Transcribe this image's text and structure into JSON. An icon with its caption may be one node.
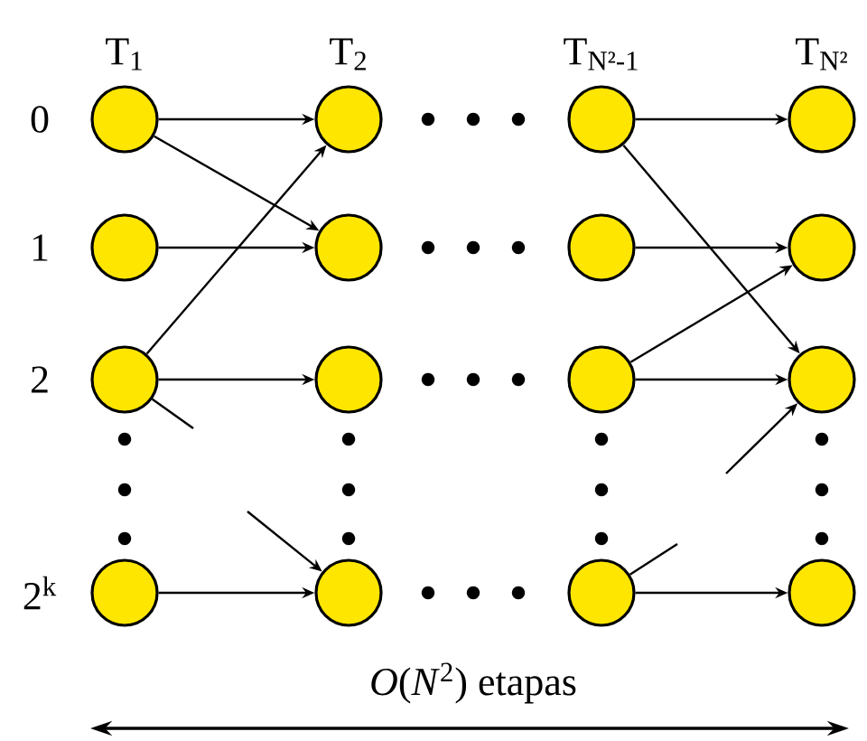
{
  "diagram": {
    "nodes": [
      {
        "text": [],
        "shape": "circle"
      },
      {
        "text": [],
        "shape": "circle"
      },
      {
        "text": [],
        "shape": "circle"
      },
      {
        "text": [],
        "shape": "circle"
      },
      {
        "text": [],
        "shape": "circle"
      },
      {
        "text": [],
        "shape": "circle"
      },
      {
        "text": [],
        "shape": "circle"
      },
      {
        "text": [],
        "shape": "circle"
      },
      {
        "text": [],
        "shape": "circle"
      },
      {
        "text": [],
        "shape": "circle"
      },
      {
        "text": [],
        "shape": "circle"
      },
      {
        "text": [],
        "shape": "circle"
      },
      {
        "text": [],
        "shape": "circle"
      },
      {
        "text": [],
        "shape": "circle"
      },
      {
        "text": [],
        "shape": "circle"
      },
      {
        "text": [],
        "shape": "circle"
      }
    ],
    "edges": [
      {
        "from": 0,
        "to": 1,
        "arrow": "to"
      },
      {
        "from": 0,
        "to": 5,
        "arrow": "to"
      },
      {
        "from": 4,
        "to": 5,
        "arrow": "to"
      },
      {
        "from": 8,
        "to": 1,
        "arrow": "to"
      },
      {
        "from": 8,
        "to": 9,
        "arrow": "to"
      },
      {
        "from": 8,
        "to": null,
        "arrow": "none"
      },
      {
        "from": null,
        "to": 13,
        "arrow": "to"
      },
      {
        "from": 12,
        "to": 13,
        "arrow": "to"
      },
      {
        "from": 2,
        "to": 3,
        "arrow": "to"
      },
      {
        "from": 2,
        "to": 11,
        "arrow": "to"
      },
      {
        "from": 6,
        "to": 7,
        "arrow": "to"
      },
      {
        "from": 10,
        "to": 7,
        "arrow": "to"
      },
      {
        "from": 10,
        "to": 11,
        "arrow": "to"
      },
      {
        "from": null,
        "to": 11,
        "arrow": "to"
      },
      {
        "from": 14,
        "to": null,
        "arrow": "none"
      },
      {
        "from": 14,
        "to": 15,
        "arrow": "to"
      }
    ],
    "labels": [
      "T$_{1}$",
      "T$_{2}$",
      "T$_{N²-1}$",
      "T$_{N²}$",
      "0",
      "1",
      "2",
      "2$^{k}$",
      "*O*(*N*$^{2}$) etapas"
    ]
  }
}
